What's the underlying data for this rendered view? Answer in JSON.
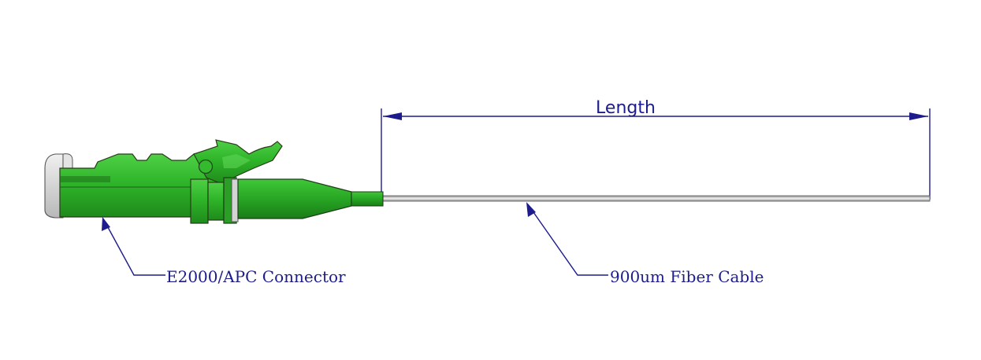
{
  "dimension": {
    "label": "Length"
  },
  "callouts": {
    "connector": "E2000/APC Connector",
    "cable": "900um Fiber Cable"
  },
  "colors": {
    "connector_green": "#2fb52a",
    "connector_dark_green": "#1e7a1a",
    "shutter_grey": "#d9d9d9",
    "annotation_blue": "#1c1c8c",
    "cable_grey": "#bdbdbd"
  }
}
